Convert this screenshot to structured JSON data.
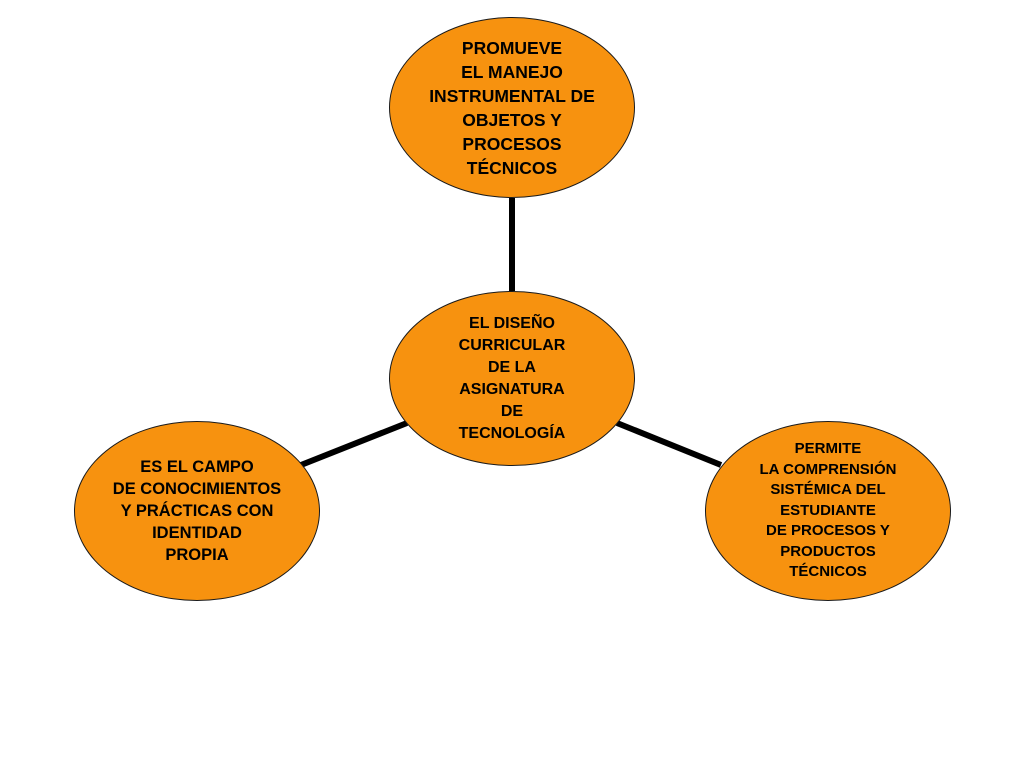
{
  "diagram": {
    "colors": {
      "node_fill": "#f7920f",
      "node_border": "#1a1a1a",
      "connector": "#000000",
      "text": "#000000"
    },
    "nodes": {
      "center": "EL DISEÑO\nCURRICULAR\nDE LA\nASIGNATURA\nDE\nTECNOLOGÍA",
      "top": "PROMUEVE\nEL MANEJO\nINSTRUMENTAL DE\nOBJETOS Y\nPROCESOS\nTÉCNICOS",
      "left": "ES EL CAMPO\nDE CONOCIMIENTOS\nY PRÁCTICAS CON\nIDENTIDAD\nPROPIA",
      "right": "PERMITE\nLA COMPRENSIÓN\nSISTÉMICA DEL\nESTUDIANTE\nDE PROCESOS Y\nPRODUCTOS\nTÉCNICOS"
    }
  }
}
